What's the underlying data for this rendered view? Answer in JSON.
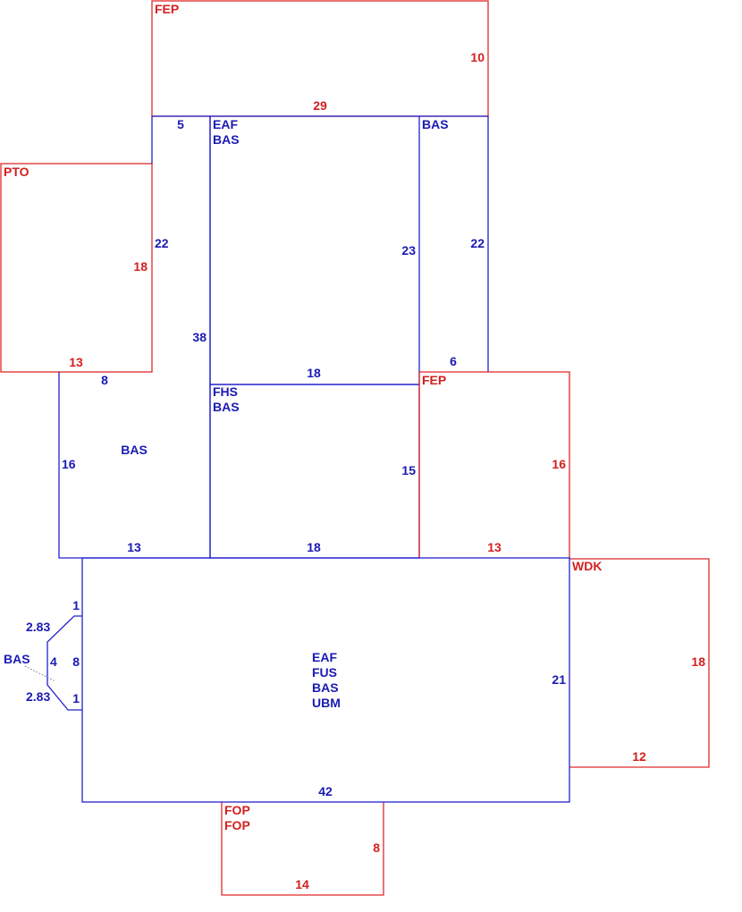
{
  "colors": {
    "red": "#d42020",
    "blue": "#1a1ab4"
  },
  "areas": {
    "fep_top": {
      "code": "FEP",
      "dims": [
        "10",
        "29"
      ]
    },
    "pto": {
      "code": "PTO",
      "dims": [
        "18",
        "13"
      ]
    },
    "bas_left": {
      "code": "BAS",
      "dims": [
        "5",
        "22",
        "38",
        "8",
        "16",
        "13"
      ]
    },
    "eaf_bas": {
      "codes": [
        "EAF",
        "BAS"
      ],
      "dims": [
        "23",
        "18"
      ]
    },
    "bas_right": {
      "code": "BAS",
      "dims": [
        "22",
        "6"
      ]
    },
    "fhs_bas": {
      "codes": [
        "FHS",
        "BAS"
      ],
      "dims": [
        "15",
        "18"
      ]
    },
    "fep_right": {
      "code": "FEP",
      "dims": [
        "16",
        "13"
      ]
    },
    "main": {
      "codes": [
        "EAF",
        "FUS",
        "BAS",
        "UBM"
      ],
      "dims": [
        "21",
        "42"
      ]
    },
    "wdk": {
      "code": "WDK",
      "dims": [
        "18",
        "12"
      ]
    },
    "bay": {
      "code": "BAS",
      "dims": [
        "1",
        "2.83",
        "4",
        "8",
        "2.83",
        "1"
      ]
    },
    "fop": {
      "codes": [
        "FOP",
        "FOP"
      ],
      "dims": [
        "8",
        "14"
      ]
    }
  }
}
